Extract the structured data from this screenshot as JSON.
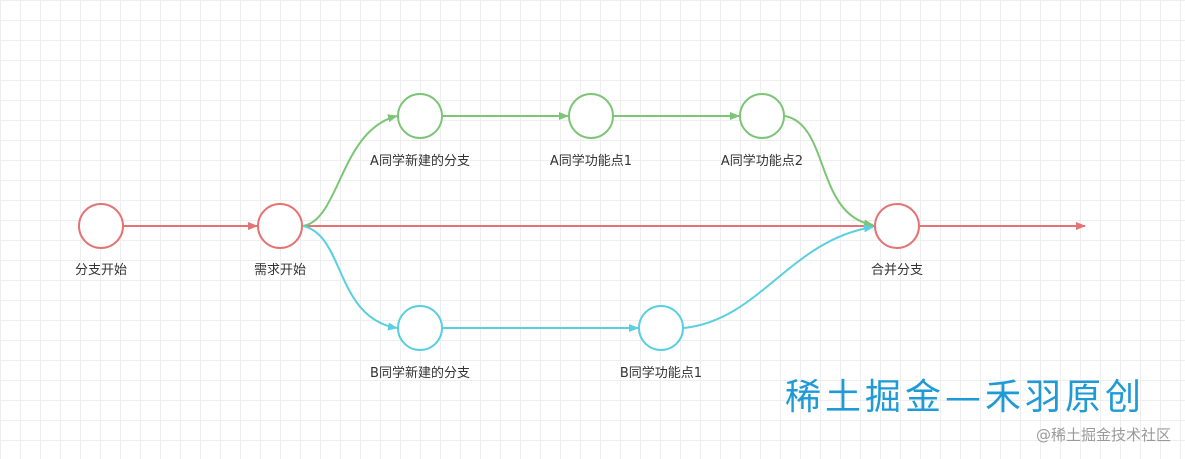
{
  "colors": {
    "main": "#e57373",
    "feature_a": "#7cc576",
    "feature_b": "#5bcfe0"
  },
  "nodes": {
    "branch_start": "分支开始",
    "requirement_start": "需求开始",
    "a_new_branch": "A同学新建的分支",
    "a_feature_1": "A同学功能点1",
    "a_feature_2": "A同学功能点2",
    "b_new_branch": "B同学新建的分支",
    "b_feature_1": "B同学功能点1",
    "merge_branch": "合并分支"
  },
  "watermark": {
    "main": "稀土掘金—禾羽原创",
    "sub": "@稀土掘金技术社区"
  }
}
